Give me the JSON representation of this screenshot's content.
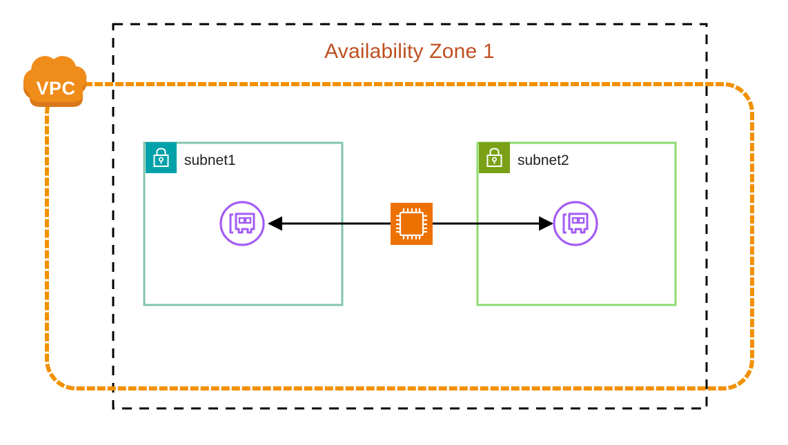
{
  "diagram": {
    "title": "AWS VPC Availability Zone network interface diagram",
    "availability_zone": {
      "label": "Availability Zone 1",
      "border_style": "dashed",
      "border_color": "#000000"
    },
    "vpc": {
      "label": "VPC",
      "icon": "vpc-cloud-icon",
      "border_style": "dotted",
      "border_color": "#f29100",
      "icon_color": "#f08c1a"
    },
    "subnets": [
      {
        "label": "subnet1",
        "icon": "padlock-icon",
        "badge_color": "#00a1a8",
        "border_color": "#82c5a9"
      },
      {
        "label": "subnet2",
        "icon": "padlock-icon",
        "badge_color": "#7aa116",
        "border_color": "#8cdb6e"
      }
    ],
    "nodes": [
      {
        "name": "network-interface-subnet1",
        "icon": "elastic-network-interface-icon",
        "color": "#a35cf5",
        "subnet": "subnet1"
      },
      {
        "name": "compute-instance",
        "icon": "cpu-chip-icon",
        "color": "#ed7100"
      },
      {
        "name": "network-interface-subnet2",
        "icon": "elastic-network-interface-icon",
        "color": "#a35cf5",
        "subnet": "subnet2"
      }
    ],
    "connections": [
      {
        "from": "compute-instance",
        "to": "network-interface-subnet1",
        "direction": "left",
        "style": "solid-arrow"
      },
      {
        "from": "compute-instance",
        "to": "network-interface-subnet2",
        "direction": "right",
        "style": "solid-arrow"
      }
    ]
  }
}
